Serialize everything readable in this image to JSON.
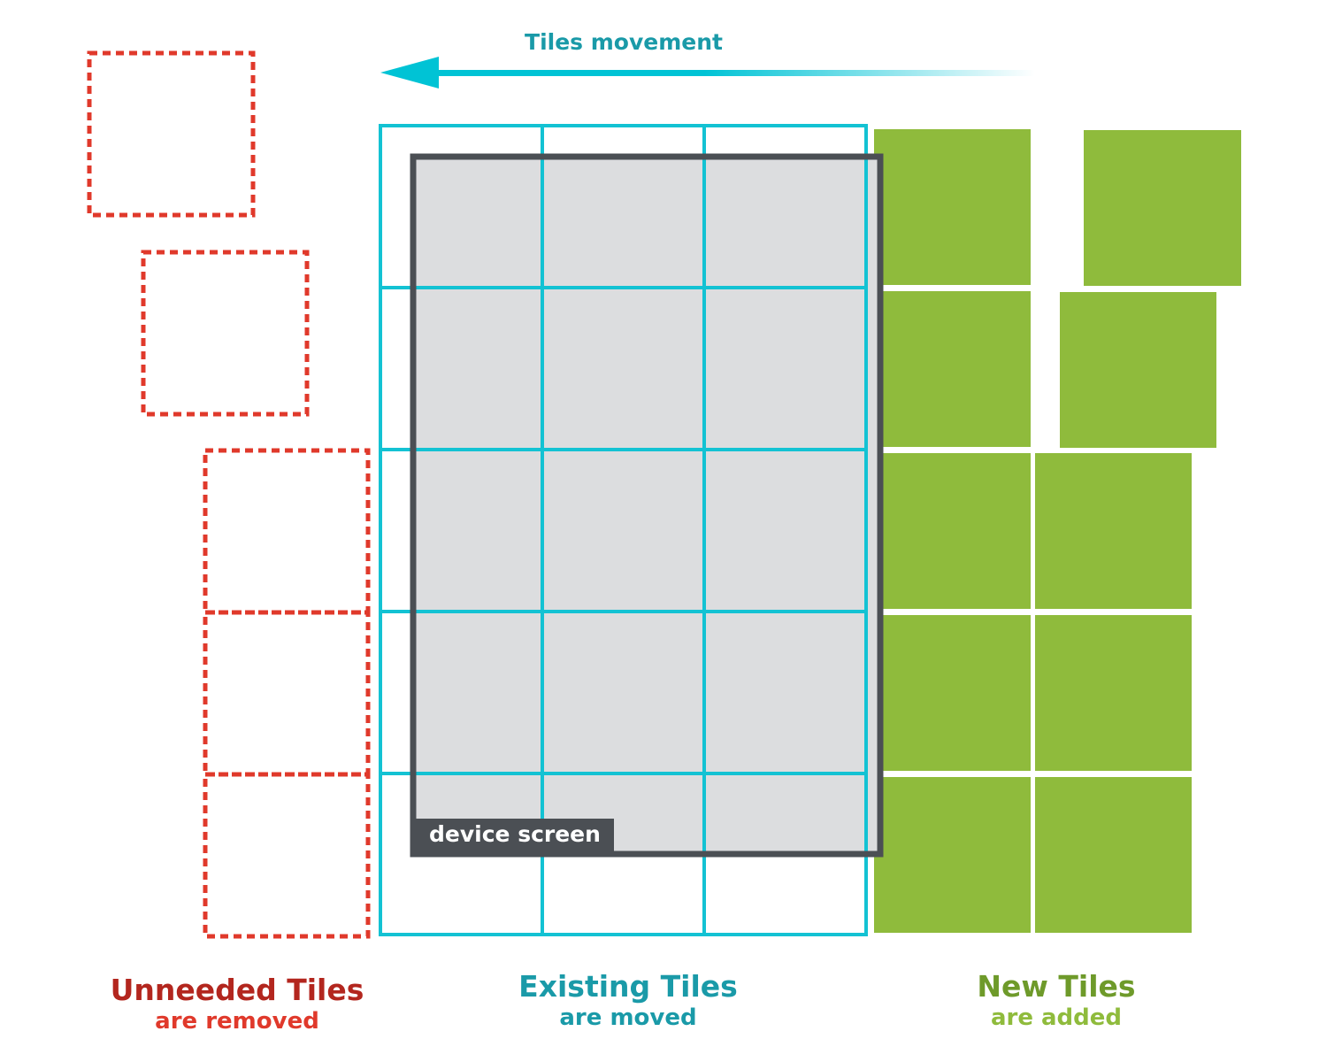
{
  "movement_label": "Tiles movement",
  "device_screen_label": "device screen",
  "captions": {
    "removed": {
      "title": "Unneeded Tiles",
      "subtitle": "are removed"
    },
    "moved": {
      "title": "Existing Tiles",
      "subtitle": "are moved"
    },
    "added": {
      "title": "New Tiles",
      "subtitle": "are added"
    }
  },
  "colors": {
    "removed_title": "#b3261e",
    "removed_sub": "#e0392b",
    "moved": "#1a9aa8",
    "cyan_grid": "#13c2d3",
    "added_title": "#6e9a2a",
    "added_sub": "#8fbb3c",
    "green_tile": "#8fbb3c",
    "screen_border": "#4b4f54",
    "screen_fill": "#dcdddf",
    "red_dash": "#e0392b"
  },
  "grid": {
    "columns": 3,
    "rows": 5
  }
}
